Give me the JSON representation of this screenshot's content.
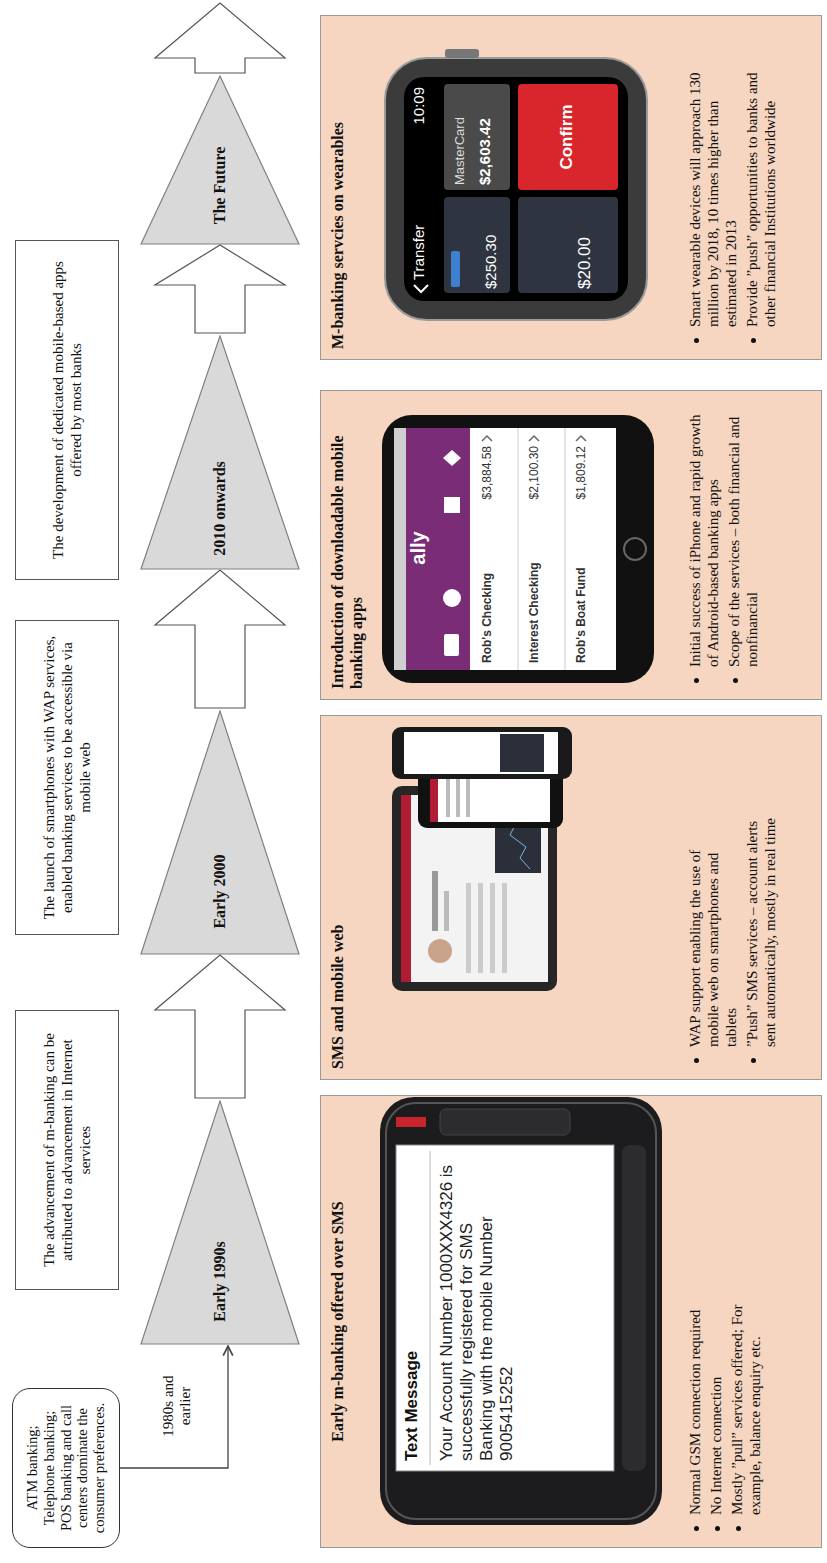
{
  "diagram": {
    "nodes": [
      {
        "text": [
          "ATM banking; Telephone banking; POS banking and call centers dominate the consumer preferences."
        ]
      },
      {
        "text": [
          "The advancement of m-banking can be attributed to advancement in Internet services"
        ]
      },
      {
        "text": [
          "The launch of smartphones with WAP services, enabled banking services to be accessible via mobile web"
        ]
      },
      {
        "text": [
          "The development of dedicated mobile-based apps offered by most banks"
        ]
      },
      {
        "text": [
          "Early 1990s"
        ]
      },
      {
        "text": [
          "Early 2000"
        ]
      },
      {
        "text": [
          "2010 onwards"
        ]
      },
      {
        "text": [
          "The Future"
        ]
      },
      {
        "text": [
          "Early m-banking offered over SMS",
          "Normal GSM connection required",
          "No Internet connection",
          "Mostly ”pull” services offered; For example, balance enquiry etc."
        ]
      },
      {
        "text": [
          "SMS and mobile web",
          "WAP support enabling the use of mobile web on smartphones and tablets",
          "”Push” SMS services – account alerts sent automatically, mostly in real time"
        ]
      },
      {
        "text": [
          "Introduction of downloadable mobile banking apps",
          "Initial success of iPhone and rapid growth of Android-based banking apps",
          "Scope of the services – both financial and nonfinancial"
        ]
      },
      {
        "text": [
          "M-banking servcies on wearables",
          "Smart wearable devices will approach 130 million by 2018, 10 times higher than estimated in 2013",
          "Provide ”push” opportunities to banks and other financial Institutions worldwide"
        ]
      }
    ],
    "edges": [
      {
        "from": 0,
        "to": 4,
        "arrow": "to",
        "label": "1980s and earlier"
      },
      {
        "from": 4,
        "to": 5,
        "arrow": "to"
      },
      {
        "from": 5,
        "to": 6,
        "arrow": "to"
      },
      {
        "from": 6,
        "to": 7,
        "arrow": "to"
      }
    ],
    "labels": [
      "Text Message",
      "Your Account Number 1000XXX4326 is successfully registered for SMS Banking with the mobile Number 9005415252",
      "ally",
      "Rob's Checking",
      "$3,884.58",
      "Interest Checking",
      "$2,100.30",
      "Rob's Boat Fund",
      "$1,809.12",
      "Transfer",
      "10:09",
      "$250.30",
      "MasterCard",
      "$2,603.42",
      "$20.00",
      "Confirm"
    ]
  }
}
